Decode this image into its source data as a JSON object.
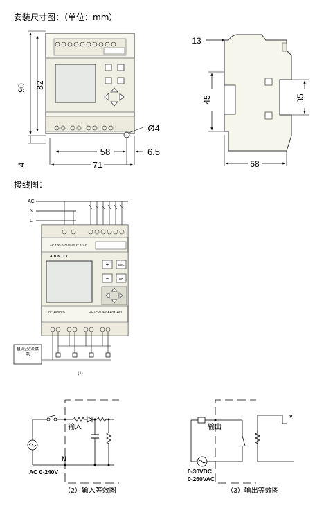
{
  "headings": {
    "dimensions": "安装尺寸图：（单位：mm）",
    "wiring": "接线图："
  },
  "front_view": {
    "height_total": "90",
    "height_body": "82",
    "bottom_offset": "4",
    "hole_spacing": "58",
    "width_total": "71",
    "side_margin": "6.5",
    "hole_diameter": "Ø4"
  },
  "side_view": {
    "top_offset": "13",
    "left_height": "45",
    "rail_height": "35",
    "depth": "58"
  },
  "wiring": {
    "ac": "AC",
    "n_label": "N",
    "l_label": "L",
    "input_label": "AC 100-240V INPUT 6xAC",
    "output_label": "OUTPUT 4xRELAY/10A",
    "model_label": "AF-10MR-A",
    "supply_box": "直流/交流供电",
    "figure_no": "(1)",
    "key_esc": "ESC",
    "key_ok": "OK",
    "key_plus": "+",
    "key_minus": "−",
    "brand": "ANNCY"
  },
  "input_equiv": {
    "input_label": "输入",
    "n_label": "N",
    "source_label": "AC 0-240V",
    "caption": "（2）输入等效图"
  },
  "output_equiv": {
    "output_label": "输出",
    "source_label_1": "0-30VDC",
    "source_label_2": "0-260VAC",
    "v_label": "V",
    "caption": "（3）输出等效图"
  }
}
